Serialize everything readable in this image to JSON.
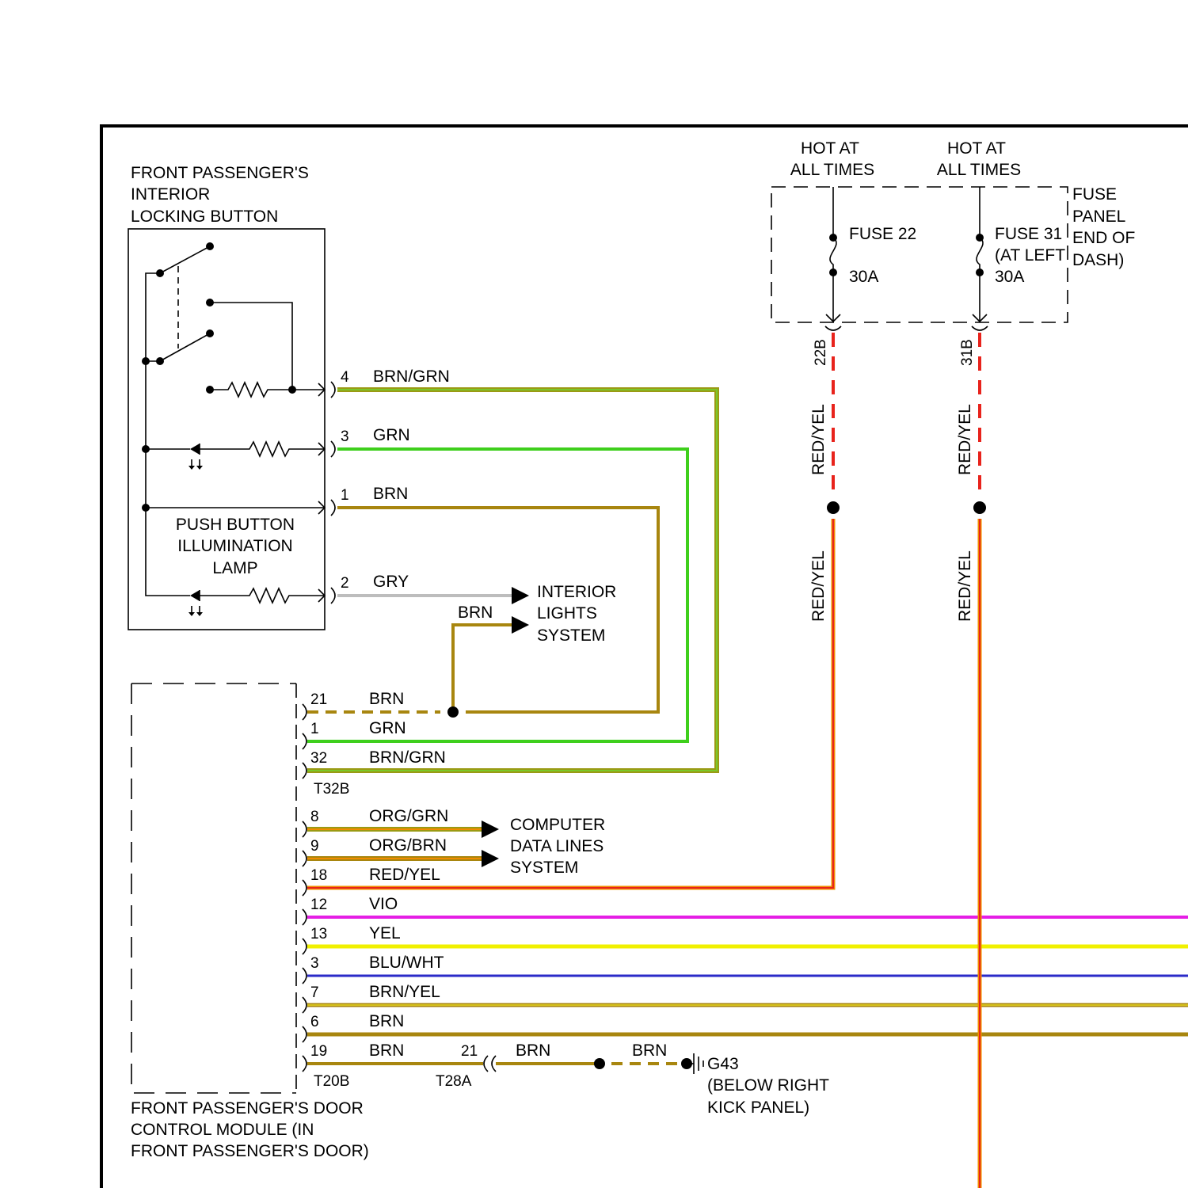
{
  "button": {
    "title_lines": [
      "FRONT PASSENGER'S",
      "INTERIOR",
      "LOCKING BUTTON"
    ],
    "lamp_lines": [
      "PUSH BUTTON",
      "ILLUMINATION",
      "LAMP"
    ],
    "pins": [
      {
        "num": "4",
        "color": "BRN/GRN"
      },
      {
        "num": "3",
        "color": "GRN"
      },
      {
        "num": "1",
        "color": "BRN"
      },
      {
        "num": "2",
        "color": "GRY"
      }
    ]
  },
  "interior_lights": {
    "lines": [
      "INTERIOR",
      "LIGHTS",
      "SYSTEM"
    ],
    "brn_label": "BRN"
  },
  "fuse_panel": {
    "hot_left": [
      "HOT AT",
      "ALL TIMES"
    ],
    "hot_right": [
      "HOT AT",
      "ALL TIMES"
    ],
    "panel_lines": [
      "FUSE",
      "PANEL",
      "END OF",
      "DASH)"
    ],
    "fuse_22": {
      "name": "FUSE 22",
      "rating": "30A"
    },
    "fuse_31": {
      "name": "FUSE 31",
      "location": "(AT LEFT",
      "rating": "30A"
    },
    "conn_22b": "22B",
    "conn_31b": "31B",
    "wire_label": "RED/YEL"
  },
  "module": {
    "title_lines": [
      "FRONT PASSENGER'S DOOR",
      "CONTROL MODULE (IN",
      "FRONT PASSENGER'S DOOR)"
    ],
    "t32b": "T32B",
    "t20b": "T20B",
    "t32b_pins": [
      {
        "num": "21",
        "color": "BRN"
      },
      {
        "num": "1",
        "color": "GRN"
      },
      {
        "num": "32",
        "color": "BRN/GRN"
      }
    ],
    "t20b_pins": [
      {
        "num": "8",
        "color": "ORG/GRN"
      },
      {
        "num": "9",
        "color": "ORG/BRN"
      },
      {
        "num": "18",
        "color": "RED/YEL"
      },
      {
        "num": "12",
        "color": "VIO"
      },
      {
        "num": "13",
        "color": "YEL"
      },
      {
        "num": "3",
        "color": "BLU/WHT"
      },
      {
        "num": "7",
        "color": "BRN/YEL"
      },
      {
        "num": "6",
        "color": "BRN"
      },
      {
        "num": "19",
        "color": "BRN"
      }
    ]
  },
  "computer_data": {
    "lines": [
      "COMPUTER",
      "DATA LINES",
      "SYSTEM"
    ]
  },
  "ground": {
    "t28a_pin": "21",
    "t28a": "T28A",
    "brn1": "BRN",
    "brn2": "BRN",
    "name": "G43",
    "location_lines": [
      "(BELOW RIGHT",
      "KICK PANEL)"
    ]
  },
  "wire_colors": {
    "brown": "#a8860f",
    "green": "#3ecf1c",
    "gray": "#bdbdbd",
    "red": "#e8231c",
    "violet": "#e51ee5",
    "yellow": "#f0f000",
    "blue": "#2b2bc8",
    "orange": "#f08c00",
    "olive": "#9a9a14"
  }
}
